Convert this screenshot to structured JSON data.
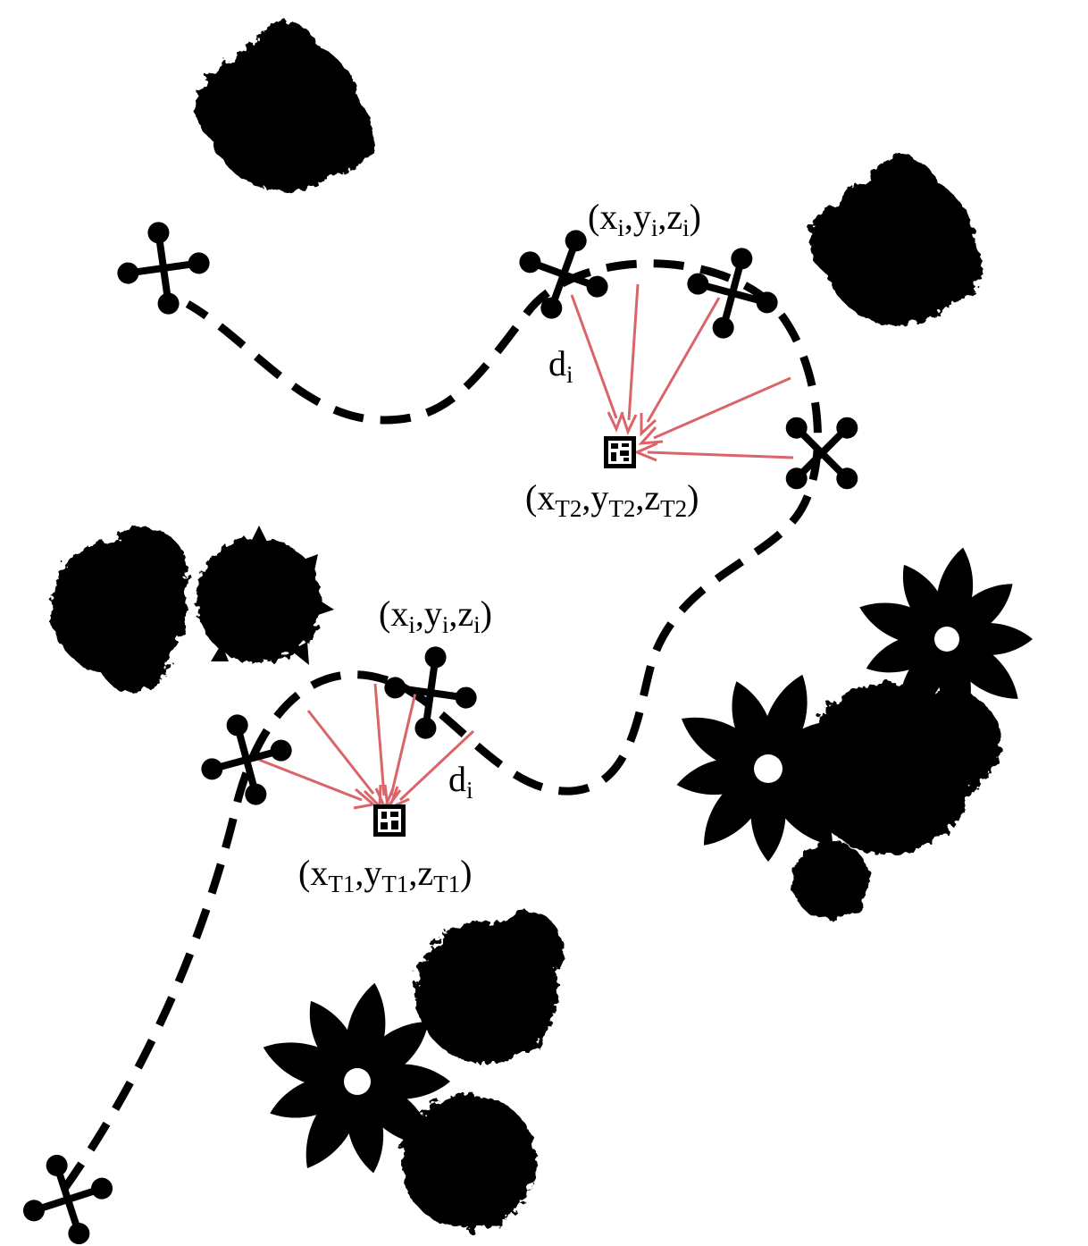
{
  "labels": {
    "drone_pos_upper": {
      "open": "(x",
      "s1": "i",
      "c1": ",y",
      "s2": "i",
      "c2": ",z",
      "s3": "i",
      "close": ")"
    },
    "drone_pos_lower": {
      "open": "(x",
      "s1": "i",
      "c1": ",y",
      "s2": "i",
      "c2": ",z",
      "s3": "i",
      "close": ")"
    },
    "dist_upper": {
      "base": "d",
      "sub": "i"
    },
    "dist_lower": {
      "base": "d",
      "sub": "i"
    },
    "target2": {
      "open": "(x",
      "s1": "T2",
      "c1": ",y",
      "s2": "T2",
      "c2": ",z",
      "s3": "T2",
      "close": ")"
    },
    "target1": {
      "open": "(x",
      "s1": "T1",
      "c1": ",y",
      "s2": "T1",
      "c2": ",z",
      "s3": "T1",
      "close": ")"
    }
  },
  "icons": {
    "drone": "quadcopter-icon",
    "tree": "tree-canopy-icon",
    "target": "aruco-marker-icon"
  },
  "colors": {
    "ray": "#d9646a",
    "path": "#000000",
    "foliage": "#000000",
    "background": "#ffffff"
  }
}
